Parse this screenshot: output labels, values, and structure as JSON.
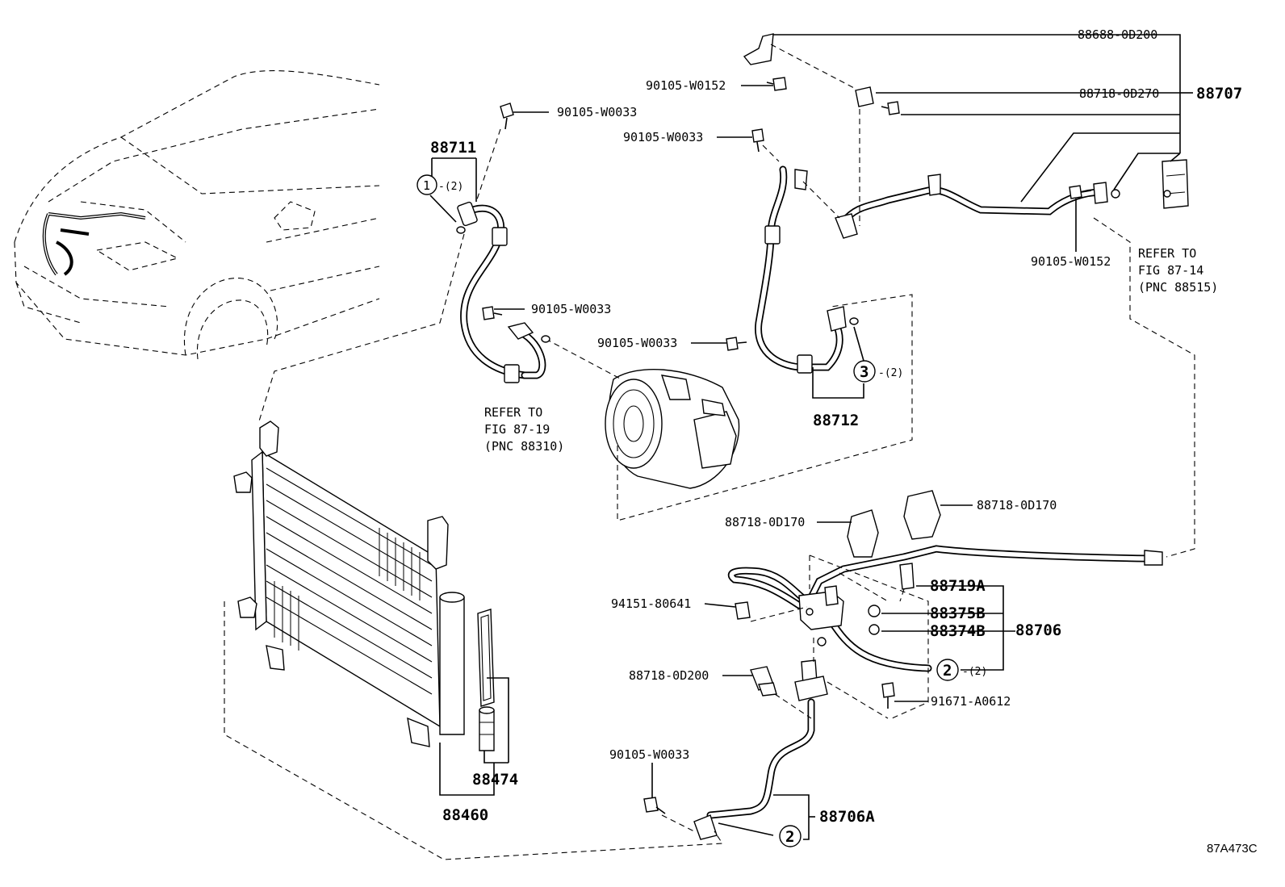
{
  "labels": {
    "l_88688_0D200": "88688-0D200",
    "l_90105_W0152_top": "90105-W0152",
    "l_88718_0D270": "88718-0D270",
    "l_88707": "88707",
    "l_90105_W0033_a": "90105-W0033",
    "l_88711": "88711",
    "l_90105_W0033_b": "90105-W0033",
    "l_90105_W0033_c": "90105-W0033",
    "l_90105_W0033_d": "90105-W0033",
    "l_90105_W0152_right": "90105-W0152",
    "l_88712": "88712",
    "l_88718_0D170_a": "88718-0D170",
    "l_88718_0D170_b": "88718-0D170",
    "l_88719A": "88719A",
    "l_88375B": "88375B",
    "l_88374B": "88374B",
    "l_88706": "88706",
    "l_94151_80641": "94151-80641",
    "l_88718_0D200": "88718-0D200",
    "l_91671_A0612": "91671-A0612",
    "l_90105_W0033_e": "90105-W0033",
    "l_88706A": "88706A",
    "l_88474": "88474",
    "l_88460": "88460"
  },
  "refs": {
    "compressor": [
      "REFER TO",
      "FIG 87-19",
      "(PNC 88310)"
    ],
    "valve": [
      "REFER TO",
      "FIG 87-14",
      "(PNC 88515)"
    ]
  },
  "callouts": {
    "c1": "1",
    "c1q": "-(2)",
    "c2a": "2",
    "c2aq": "-(2)",
    "c2b": "2",
    "c3": "3",
    "c3q": "-(2)"
  },
  "diagram_code": "87A473C"
}
